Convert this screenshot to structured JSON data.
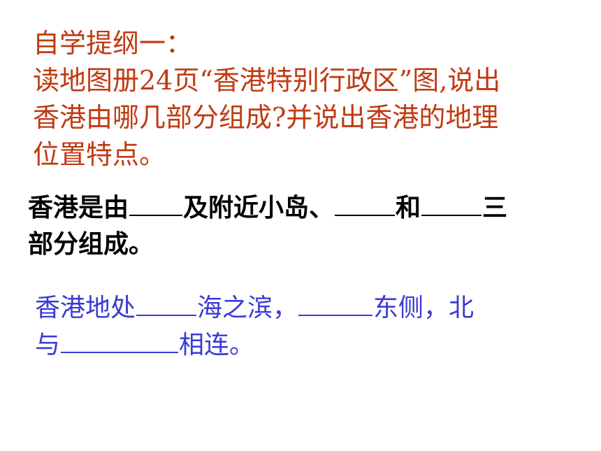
{
  "outline": {
    "heading": "自学提纲一：",
    "line2": "读地图册24页“香港特别行政区”图,说出",
    "line3": "香港由哪几部分组成?并说出香港的地理",
    "line4": "位置特点。"
  },
  "question1": {
    "part1": "香港是由",
    "part2": "及附近小岛、",
    "part3": "和",
    "part4": "三",
    "part5": "部分组成。"
  },
  "question2": {
    "part1": "香港地处",
    "part2": "海之滨，",
    "part3": "东侧，北",
    "part4": "与",
    "part5": "相连。"
  },
  "colors": {
    "outline_text": "#c03a12",
    "question1_text": "#000000",
    "question2_text": "#3a3ad6",
    "background": "#ffffff"
  }
}
